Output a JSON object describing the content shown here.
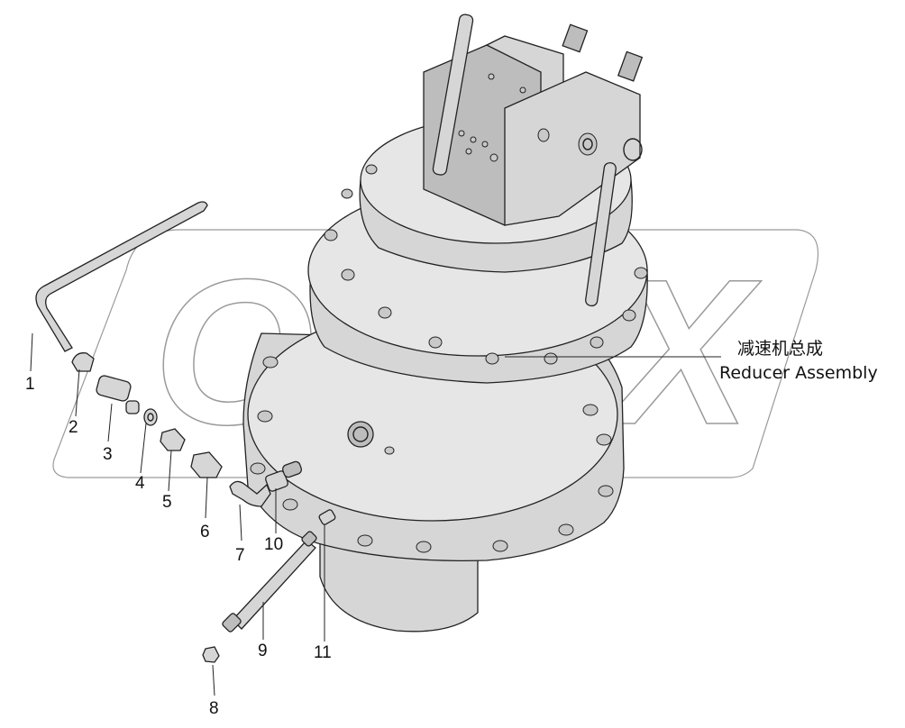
{
  "assembly": {
    "name_cn": "减速机总成",
    "name_en": "Reducer Assembly"
  },
  "watermark": {
    "text": "OPEX"
  },
  "parts": [
    {
      "id": "1",
      "label": "1"
    },
    {
      "id": "2",
      "label": "2"
    },
    {
      "id": "3",
      "label": "3"
    },
    {
      "id": "4",
      "label": "4"
    },
    {
      "id": "5",
      "label": "5"
    },
    {
      "id": "6",
      "label": "6"
    },
    {
      "id": "7",
      "label": "7"
    },
    {
      "id": "8",
      "label": "8"
    },
    {
      "id": "9",
      "label": "9"
    },
    {
      "id": "10",
      "label": "10"
    },
    {
      "id": "11",
      "label": "11"
    }
  ],
  "colors": {
    "line": "#222222",
    "metal": "#d6d6d6",
    "background": "#ffffff"
  }
}
